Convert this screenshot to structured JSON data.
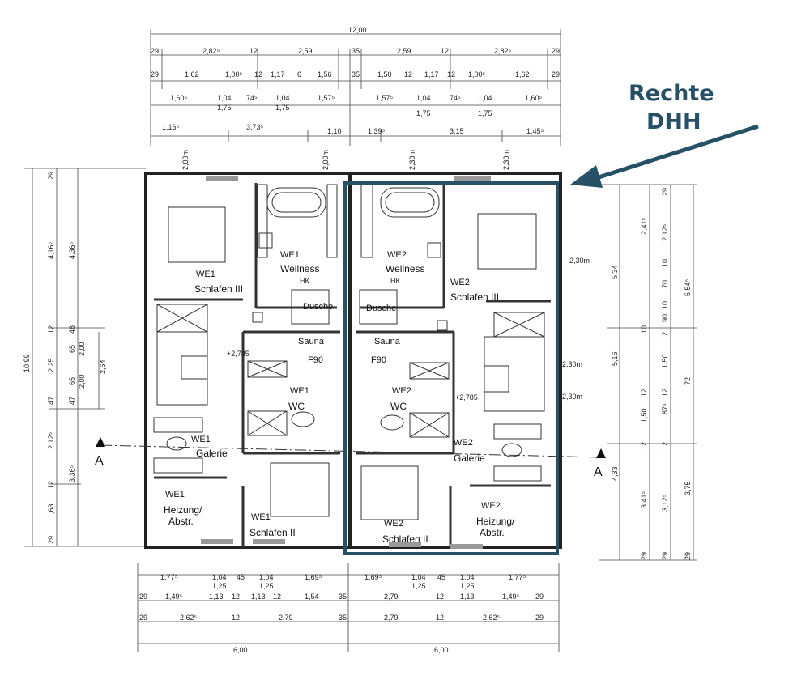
{
  "annotation": {
    "line1": "Rechte",
    "line2": "DHH",
    "color": "#255066"
  },
  "section_marks": {
    "left": "A",
    "right": "A"
  },
  "dims_top": {
    "overall": "12,00",
    "row1": [
      "29",
      "2,82⁵",
      "12",
      "2,59",
      "35",
      "2,59",
      "12",
      "2,82⁵",
      "29"
    ],
    "row2": [
      "29",
      "1,62",
      "1,00⁵",
      "12",
      "1,17",
      "6",
      "1,56",
      "35",
      "1,50",
      "12",
      "1,17",
      "12",
      "1,00⁵",
      "1,62",
      "29"
    ],
    "row3a": [
      "1,60⁵",
      "1,04",
      "74⁵",
      "1,04",
      "1,57⁵",
      "1,57⁵",
      "1,04",
      "74⁵",
      "1,04",
      "1,60⁵"
    ],
    "row3b": [
      "1,75",
      "1,75",
      "1,75",
      "1,75"
    ],
    "row4": [
      "1,16⁵",
      "3,73⁵",
      "1,10",
      "1,39⁵",
      "3,15",
      "1,45⁵"
    ],
    "vertical": [
      "2,00m",
      "2,00m",
      "2,30m",
      "2,30m"
    ]
  },
  "dims_bottom": {
    "row1": [
      "1,77⁵",
      "1,04",
      "45",
      "1,04",
      "1,69⁵",
      "1,69⁵",
      "1,04",
      "45",
      "1,04",
      "1,77⁵"
    ],
    "row1b": [
      "1,25",
      "1,25",
      "1,25",
      "1,25"
    ],
    "row2": [
      "29",
      "1,49⁵",
      "1,13",
      "12",
      "1,13",
      "12",
      "1,54",
      "35",
      "2,79",
      "12",
      "1,13",
      "1,49⁵",
      "29"
    ],
    "row3": [
      "29",
      "2,62⁵",
      "12",
      "2,79",
      "35",
      "2,79",
      "12",
      "2,62⁵",
      "29"
    ],
    "row4": [
      "6,00",
      "6,00"
    ]
  },
  "dims_left": {
    "overall": "10,99",
    "a": [
      "29",
      "4,16⁵",
      "12",
      "2,25",
      "47",
      "2,12⁵",
      "12",
      "1,63",
      "29"
    ],
    "b": [
      "4,36⁵",
      "3,36⁵"
    ],
    "c": [
      "48",
      "65",
      "2,00",
      "65",
      "2,00",
      "47"
    ],
    "d": [
      "2,64"
    ]
  },
  "dims_right": {
    "a": [
      "5,34",
      "5,16",
      "4,33"
    ],
    "b": [
      "2,41⁵",
      "10",
      "12",
      "1,50",
      "12",
      "3,41⁵",
      "29"
    ],
    "c": [
      "29",
      "2,12⁵",
      "10",
      "70",
      "10",
      "90",
      "12",
      "1,50",
      "12",
      "87⁵",
      "12",
      "3,12⁵",
      "29"
    ],
    "d": [
      "5,54⁵",
      "72",
      "3,75",
      "29"
    ],
    "inner": [
      "2,30m",
      "2,30m",
      "2,30m"
    ]
  },
  "rooms_left": {
    "schlafen3": [
      "WE1",
      "Schlafen III"
    ],
    "wellness": [
      "WE1",
      "Wellness"
    ],
    "hk": "HK",
    "dusche": "Dusche",
    "sauna": "Sauna",
    "f90": "F90",
    "wc": [
      "WE1",
      "WC"
    ],
    "galerie": [
      "WE1",
      "Galerie"
    ],
    "heizung": [
      "WE1",
      "Heizung/",
      "Abstr."
    ],
    "schlafen2": [
      "WE1",
      "Schlafen II"
    ],
    "level": "+2,785"
  },
  "rooms_right": {
    "schlafen3": [
      "WE2",
      "Schlafen III"
    ],
    "wellness": [
      "WE2",
      "Wellness"
    ],
    "hk": "HK",
    "dusche": "Dusche",
    "sauna": "Sauna",
    "f90": "F90",
    "wc": [
      "WE2",
      "WC"
    ],
    "galerie": [
      "WE2",
      "Galerie"
    ],
    "heizung": [
      "WE2",
      "Heizung/",
      "Abstr."
    ],
    "schlafen2": [
      "WE2",
      "Schlafen II"
    ],
    "level": "+2,785"
  }
}
